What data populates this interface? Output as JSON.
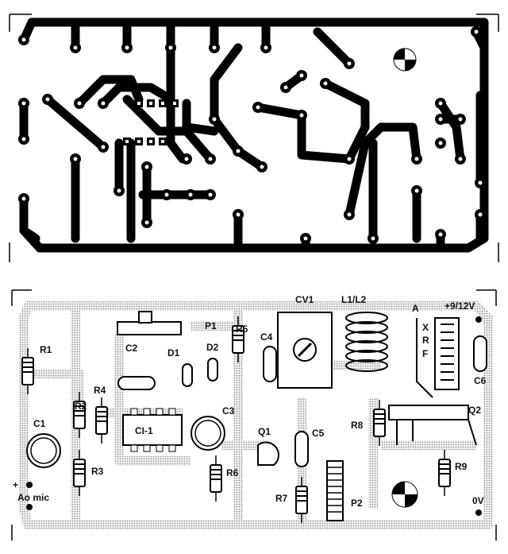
{
  "title": "PCB copper layout and component placement",
  "copper_side": {},
  "component_side": {
    "labels": [
      {
        "id": "P1",
        "text": "P1"
      },
      {
        "id": "D2",
        "text": "D2"
      },
      {
        "id": "R5",
        "text": "R5"
      },
      {
        "id": "CV1",
        "text": "CV1"
      },
      {
        "id": "L1L2",
        "text": "L1/L2"
      },
      {
        "id": "A",
        "text": "A"
      },
      {
        "id": "V",
        "text": "+9/12V"
      },
      {
        "id": "X",
        "text": "X"
      },
      {
        "id": "R",
        "text": "R"
      },
      {
        "id": "F",
        "text": "F"
      },
      {
        "id": "R1",
        "text": "R1"
      },
      {
        "id": "C2",
        "text": "C2"
      },
      {
        "id": "D1",
        "text": "D1"
      },
      {
        "id": "C4",
        "text": "C4"
      },
      {
        "id": "C6",
        "text": "C6"
      },
      {
        "id": "R4",
        "text": "R4"
      },
      {
        "id": "R2",
        "text": "R2"
      },
      {
        "id": "C1",
        "text": "C1"
      },
      {
        "id": "CI1",
        "text": "CI-1"
      },
      {
        "id": "C3",
        "text": "C3"
      },
      {
        "id": "Q1",
        "text": "Q1"
      },
      {
        "id": "C5",
        "text": "C5"
      },
      {
        "id": "R8",
        "text": "R8"
      },
      {
        "id": "Q2",
        "text": "Q2"
      },
      {
        "id": "R3",
        "text": "R3"
      },
      {
        "id": "R6",
        "text": "R6"
      },
      {
        "id": "R9",
        "text": "R9"
      },
      {
        "id": "R7",
        "text": "R7"
      },
      {
        "id": "P2",
        "text": "P2"
      },
      {
        "id": "PLUS",
        "text": "+"
      },
      {
        "id": "MIC",
        "text": "Ao mic"
      },
      {
        "id": "OV",
        "text": "0V"
      }
    ]
  }
}
